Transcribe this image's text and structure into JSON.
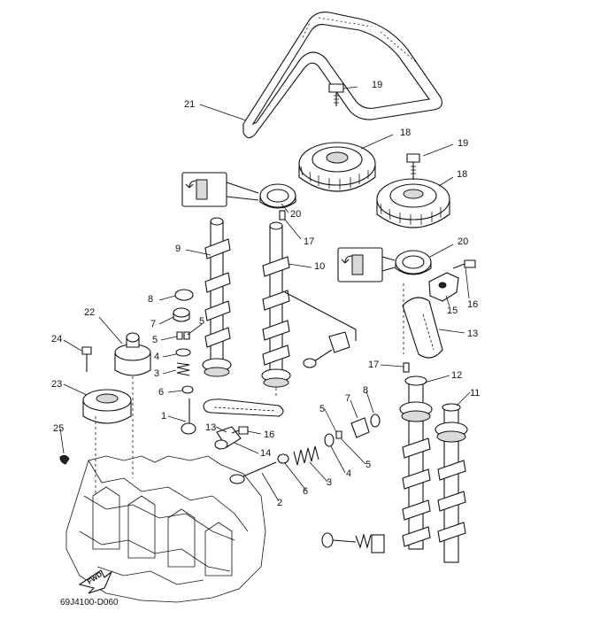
{
  "diagram_code": "69J4100-D060",
  "fwd_label": "FWD",
  "callouts": [
    {
      "id": "c21",
      "text": "21"
    },
    {
      "id": "c19a",
      "text": "19"
    },
    {
      "id": "c18a",
      "text": "18"
    },
    {
      "id": "c19b",
      "text": "19"
    },
    {
      "id": "c18b",
      "text": "18"
    },
    {
      "id": "c20a",
      "text": "20"
    },
    {
      "id": "c17a",
      "text": "17"
    },
    {
      "id": "c9",
      "text": "9"
    },
    {
      "id": "c10",
      "text": "10"
    },
    {
      "id": "c20b",
      "text": "20"
    },
    {
      "id": "c16a",
      "text": "16"
    },
    {
      "id": "c15",
      "text": "15"
    },
    {
      "id": "c13a",
      "text": "13"
    },
    {
      "id": "c8a",
      "text": "8"
    },
    {
      "id": "c22",
      "text": "22"
    },
    {
      "id": "c7a",
      "text": "7"
    },
    {
      "id": "c5a",
      "text": "5"
    },
    {
      "id": "c5b",
      "text": "5"
    },
    {
      "id": "c24",
      "text": "24"
    },
    {
      "id": "c4a",
      "text": "4"
    },
    {
      "id": "c3a",
      "text": "3"
    },
    {
      "id": "c17b",
      "text": "17"
    },
    {
      "id": "c12",
      "text": "12"
    },
    {
      "id": "c23",
      "text": "23"
    },
    {
      "id": "c6a",
      "text": "6"
    },
    {
      "id": "c11",
      "text": "11"
    },
    {
      "id": "c7b",
      "text": "7"
    },
    {
      "id": "c8b",
      "text": "8"
    },
    {
      "id": "c1",
      "text": "1"
    },
    {
      "id": "c5c",
      "text": "5"
    },
    {
      "id": "c13b",
      "text": "13"
    },
    {
      "id": "c16b",
      "text": "16"
    },
    {
      "id": "c25",
      "text": "25"
    },
    {
      "id": "c14",
      "text": "14"
    },
    {
      "id": "c5d",
      "text": "5"
    },
    {
      "id": "c4b",
      "text": "4"
    },
    {
      "id": "c3b",
      "text": "3"
    },
    {
      "id": "c6b",
      "text": "6"
    },
    {
      "id": "c2",
      "text": "2"
    }
  ]
}
